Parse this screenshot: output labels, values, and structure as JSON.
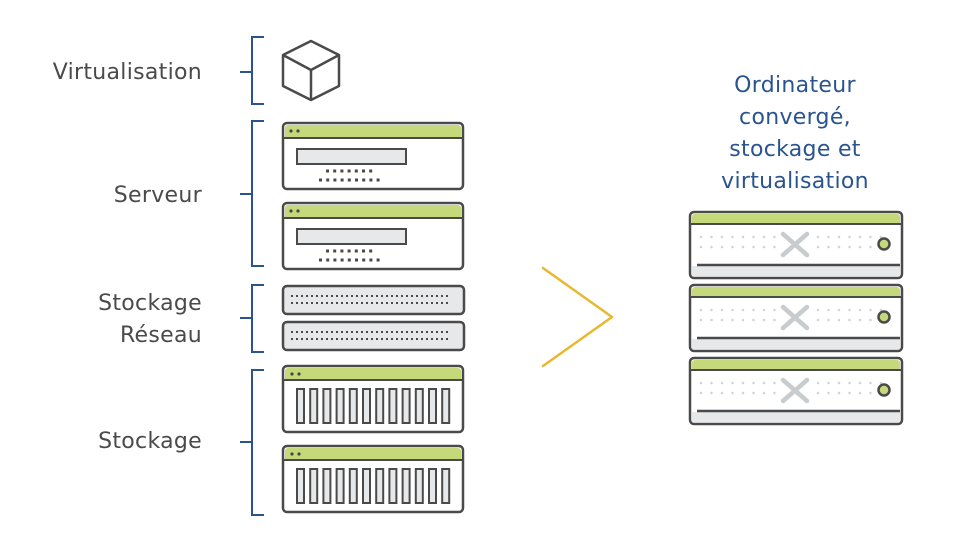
{
  "left_labels": {
    "virtualisation": "Virtualisation",
    "serveur": "Serveur",
    "stockage_reseau_line1": "Stockage",
    "stockage_reseau_line2": "Réseau",
    "stockage": "Stockage"
  },
  "right_title": {
    "line1": "Ordinateur",
    "line2": "convergé,",
    "line3": "stockage et",
    "line4": "virtualisation"
  },
  "icons": {
    "virtualisation": "cube-icon",
    "server": "server-icon",
    "network_storage": "network-storage-icon",
    "storage": "storage-array-icon",
    "arrow": "chevron-right-icon",
    "converged_node": "converged-node-icon",
    "logo": "x-logo-icon"
  },
  "colors": {
    "accent_green": "#c5d97a",
    "bracket_blue": "#2a5490",
    "outline": "#4a4a4a",
    "arrow_yellow": "#e8b830",
    "panel_grey": "#e6e8ea",
    "title_blue": "#2a5490"
  }
}
